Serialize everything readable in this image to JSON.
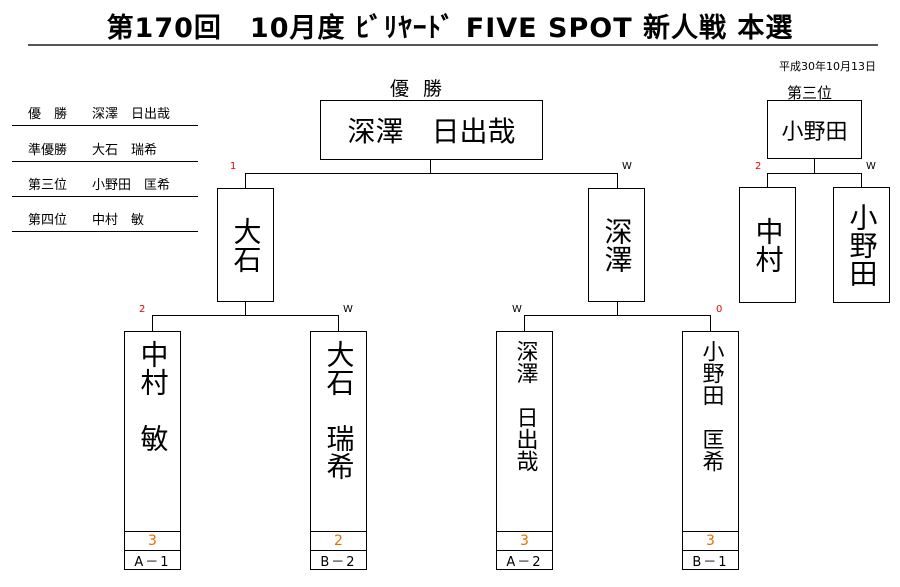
{
  "title": "第170回　10月度 ﾋﾞﾘﾔｰﾄﾞ FIVE SPOT 新人戦 本選",
  "date": "平成30年10月13日",
  "results": [
    {
      "label": "優　勝",
      "value": "深澤　日出哉"
    },
    {
      "label": "準優勝",
      "value": "大石　瑞希"
    },
    {
      "label": "第三位",
      "value": "小野田　匡希"
    },
    {
      "label": "第四位",
      "value": "中村　敏"
    }
  ],
  "champion": {
    "heading": "優勝",
    "name": "深澤　日出哉"
  },
  "third_place": {
    "heading": "第三位",
    "name": "小野田"
  },
  "semifinal": {
    "left": {
      "name": "大石",
      "score": "1"
    },
    "right": {
      "name": "深澤",
      "score": "W"
    }
  },
  "third_match": {
    "left": {
      "name": "中村",
      "score": "2"
    },
    "right": {
      "name": "小野田",
      "score": "W"
    }
  },
  "first_round": [
    {
      "name_line1": "中村",
      "name_line2": "敏",
      "score": "2",
      "player_score": "3",
      "group": "A－1"
    },
    {
      "name_line1": "大石",
      "name_line2": "瑞希",
      "score": "W",
      "player_score": "2",
      "group": "B－2"
    },
    {
      "name_line1": "深澤",
      "name_line2": "日出哉",
      "score": "W",
      "player_score": "3",
      "group": "A－2"
    },
    {
      "name_line1": "小野田",
      "name_line2": "匡希",
      "score": "0",
      "player_score": "3",
      "group": "B－1"
    }
  ]
}
